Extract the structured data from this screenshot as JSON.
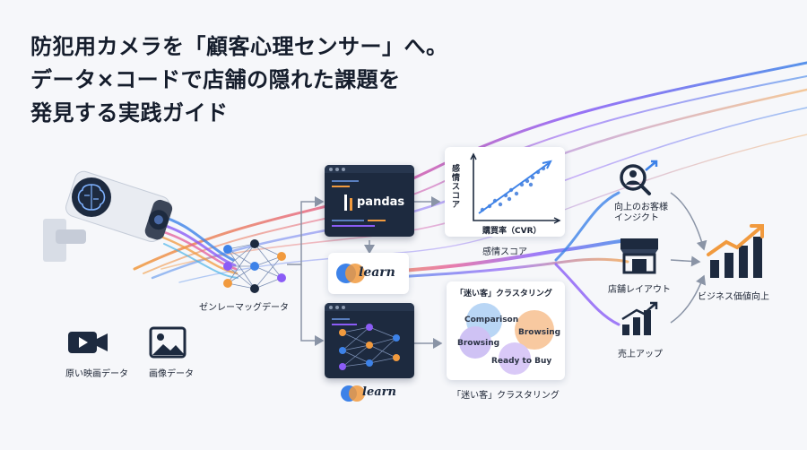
{
  "title": {
    "line1": "防犯用カメラを「顧客心理センサー」へ。",
    "line2": "データ×コードで店舗の隠れた課題を",
    "line3": "発見する実践ガイド"
  },
  "inputs": {
    "video_label": "原い映画データ",
    "image_label": "画像データ"
  },
  "network_label": "ゼンレーマッグデータ",
  "pandas_label": "pandas",
  "learn_label": "learn",
  "chart": {
    "ylabel": "感情スコア",
    "xlabel": "購買率（CVR）",
    "caption": "感情スコア"
  },
  "cluster": {
    "title": "「迷い客」クラスタリング",
    "caption": "「迷い客」クラスタリング",
    "bubbles": [
      "Comparison",
      "Browsing",
      "Browsing",
      "Ready to Buy"
    ]
  },
  "outcomes": {
    "insight": "向上のお客様\nインジクト",
    "layout": "店舗レイアウト",
    "sales": "売上アップ",
    "business": "ビジネス価値向上"
  },
  "colors": {
    "navy": "#1d2a3f",
    "accent_orange": "#f19a3e",
    "accent_blue": "#3d82e8",
    "accent_purple": "#8b5cf6"
  }
}
